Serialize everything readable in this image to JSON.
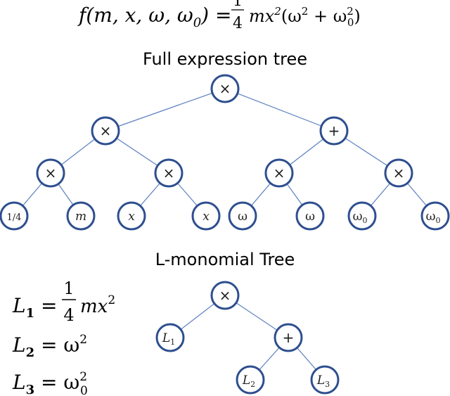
{
  "formula": {
    "lhs": "f(m, x, ω, ω",
    "lhs_sub": "0",
    "lhs_close": ") =",
    "frac_num": "1",
    "frac_den": "4",
    "rhs": "mx",
    "rhs_sup": "2",
    "rhs_paren": "(ω",
    "rhs_paren_sup": "2",
    "rhs_plus": " + ω",
    "rhs_w0_sub": "0",
    "rhs_w0_sup": "2",
    "rhs_close": ")"
  },
  "full_tree": {
    "title": "Full expression tree",
    "root": "×",
    "level1": [
      "×",
      "+"
    ],
    "level2": [
      "×",
      "×",
      "×",
      "×"
    ],
    "leaves": [
      {
        "text": "1/4",
        "sub": ""
      },
      {
        "text": "m",
        "sub": ""
      },
      {
        "text": "x",
        "sub": ""
      },
      {
        "text": "x",
        "sub": ""
      },
      {
        "text": "ω",
        "sub": ""
      },
      {
        "text": "ω",
        "sub": ""
      },
      {
        "text": "ω",
        "sub": "0"
      },
      {
        "text": "ω",
        "sub": "0"
      }
    ]
  },
  "lmonomial_tree": {
    "title": "L-monomial Tree",
    "root": "×",
    "left_leaf": {
      "text": "L",
      "sub": "1"
    },
    "plus": "+",
    "leaves": [
      {
        "text": "L",
        "sub": "2"
      },
      {
        "text": "L",
        "sub": "3"
      }
    ]
  },
  "definitions": [
    {
      "name": "L",
      "sub": "1",
      "eq": " = ",
      "frac_num": "1",
      "frac_den": "4",
      "rest": "mx",
      "sup": "2"
    },
    {
      "name": "L",
      "sub": "2",
      "eq": " = ω",
      "sup": "2"
    },
    {
      "name": "L",
      "sub": "3",
      "eq": " = ω",
      "sub2": "0",
      "sup": "2"
    }
  ],
  "colors": {
    "node_stroke": "#2e4f8f",
    "edge": "#5b7fc0"
  }
}
